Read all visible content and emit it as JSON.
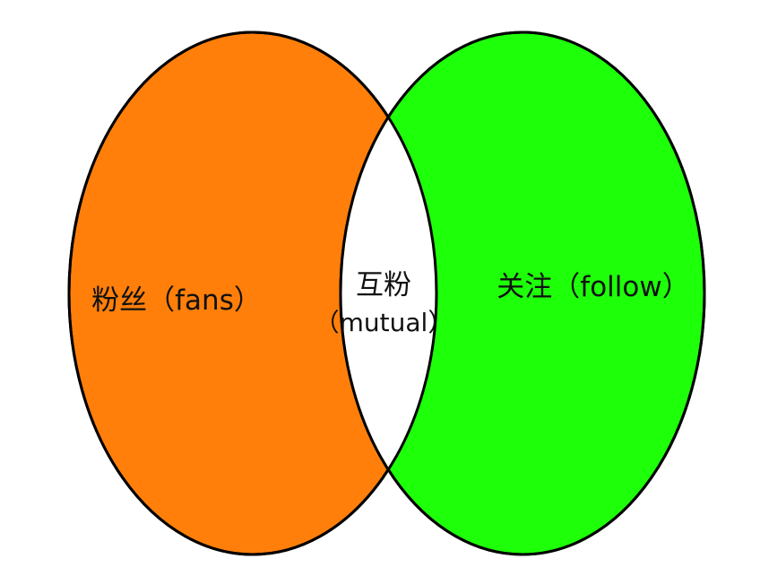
{
  "diagram": {
    "type": "venn",
    "sets": [
      {
        "id": "fans",
        "label": "粉丝（fans）",
        "color": "#FF7F0A"
      },
      {
        "id": "follow",
        "label": "关注（follow）",
        "color": "#1EFF0A"
      }
    ],
    "intersection": {
      "label": "互粉",
      "sublabel": "（mutual）",
      "color": "#FFFFFF"
    },
    "outline_color": "#000000",
    "background": "#FFFFFF"
  }
}
